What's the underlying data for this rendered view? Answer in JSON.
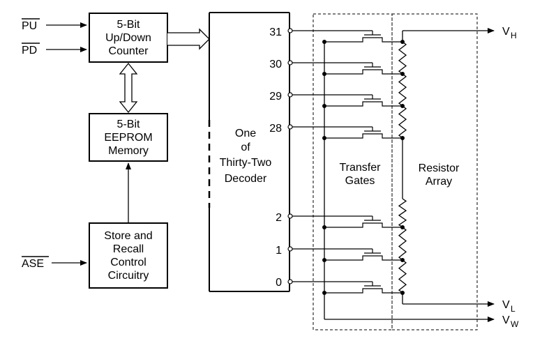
{
  "inputs": {
    "pu": "PU",
    "pd": "PD",
    "ase": "ASE"
  },
  "blocks": {
    "counter": [
      "5-Bit",
      "Up/Down",
      "Counter"
    ],
    "eeprom": [
      "5-Bit",
      "EEPROM",
      "Memory"
    ],
    "store": [
      "Store and",
      "Recall",
      "Control",
      "Circuitry"
    ],
    "decoder": [
      "One",
      "of",
      "Thirty-Two",
      "Decoder"
    ]
  },
  "decoder_outputs": [
    "31",
    "30",
    "29",
    "28",
    "2",
    "1",
    "0"
  ],
  "regions": {
    "transfer_gates": [
      "Transfer",
      "Gates"
    ],
    "resistor_array": [
      "Resistor",
      "Array"
    ]
  },
  "terminals": {
    "vh": {
      "main": "V",
      "sub": "H"
    },
    "vl": {
      "main": "V",
      "sub": "L"
    },
    "vw": {
      "main": "V",
      "sub": "W"
    }
  }
}
